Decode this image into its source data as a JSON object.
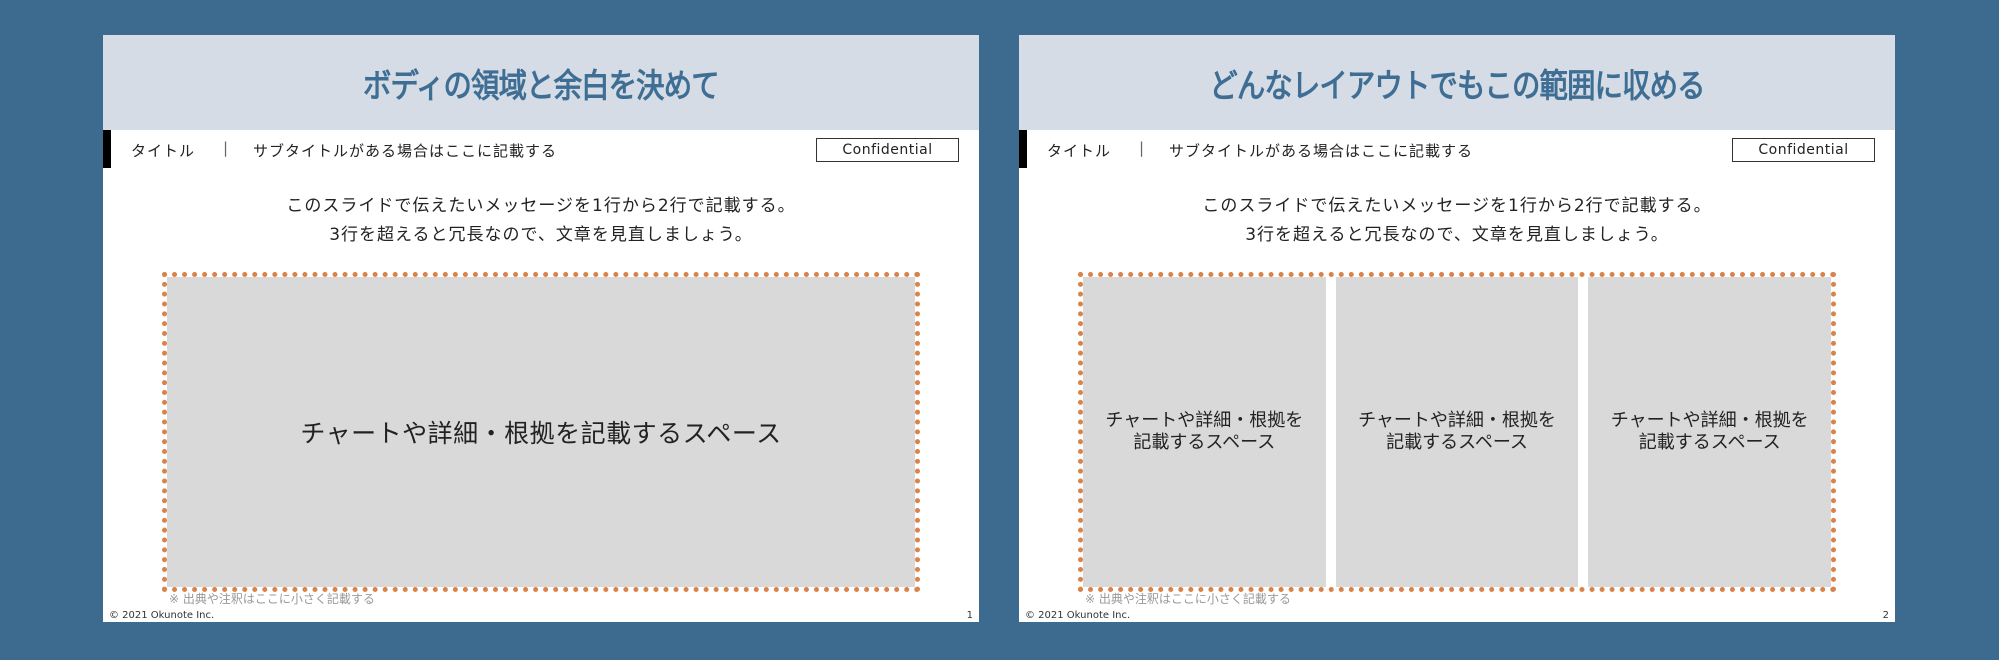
{
  "slides": [
    {
      "title": "ボディの領域と余白を決めて",
      "header": {
        "title": "タイトル",
        "separator": "|",
        "subtitle": "サブタイトルがある場合はここに記載する",
        "badge": "Confidential"
      },
      "message": {
        "line1": "このスライドで伝えたいメッセージを1行から2行で記載する。",
        "line2": "3行を超えると冗長なので、文章を見直しましょう。"
      },
      "body": {
        "layout": "single",
        "placeholders": [
          "チャートや詳細・根拠を記載するスペース"
        ]
      },
      "note": "※ 出典や注釈はここに小さく記載する",
      "footer": {
        "copyright": "© 2021 Okunote Inc.",
        "page": "1"
      }
    },
    {
      "title": "どんなレイアウトでもこの範囲に収める",
      "header": {
        "title": "タイトル",
        "separator": "|",
        "subtitle": "サブタイトルがある場合はここに記載する",
        "badge": "Confidential"
      },
      "message": {
        "line1": "このスライドで伝えたいメッセージを1行から2行で記載する。",
        "line2": "3行を超えると冗長なので、文章を見直しましょう。"
      },
      "body": {
        "layout": "three-column",
        "placeholders": [
          {
            "line1": "チャートや詳細・根拠を",
            "line2": "記載するスペース"
          },
          {
            "line1": "チャートや詳細・根拠を",
            "line2": "記載するスペース"
          },
          {
            "line1": "チャートや詳細・根拠を",
            "line2": "記載するスペース"
          }
        ]
      },
      "note": "※ 出典や注釈はここに小さく記載する",
      "footer": {
        "copyright": "© 2021 Okunote Inc.",
        "page": "2"
      }
    }
  ],
  "colors": {
    "background": "#3d6b8f",
    "title_band": "#d6dce5",
    "title_text": "#3e6e94",
    "body_placeholder": "#d9d9d9",
    "dotted_border": "#d9834a",
    "accent_bar": "#000000"
  }
}
